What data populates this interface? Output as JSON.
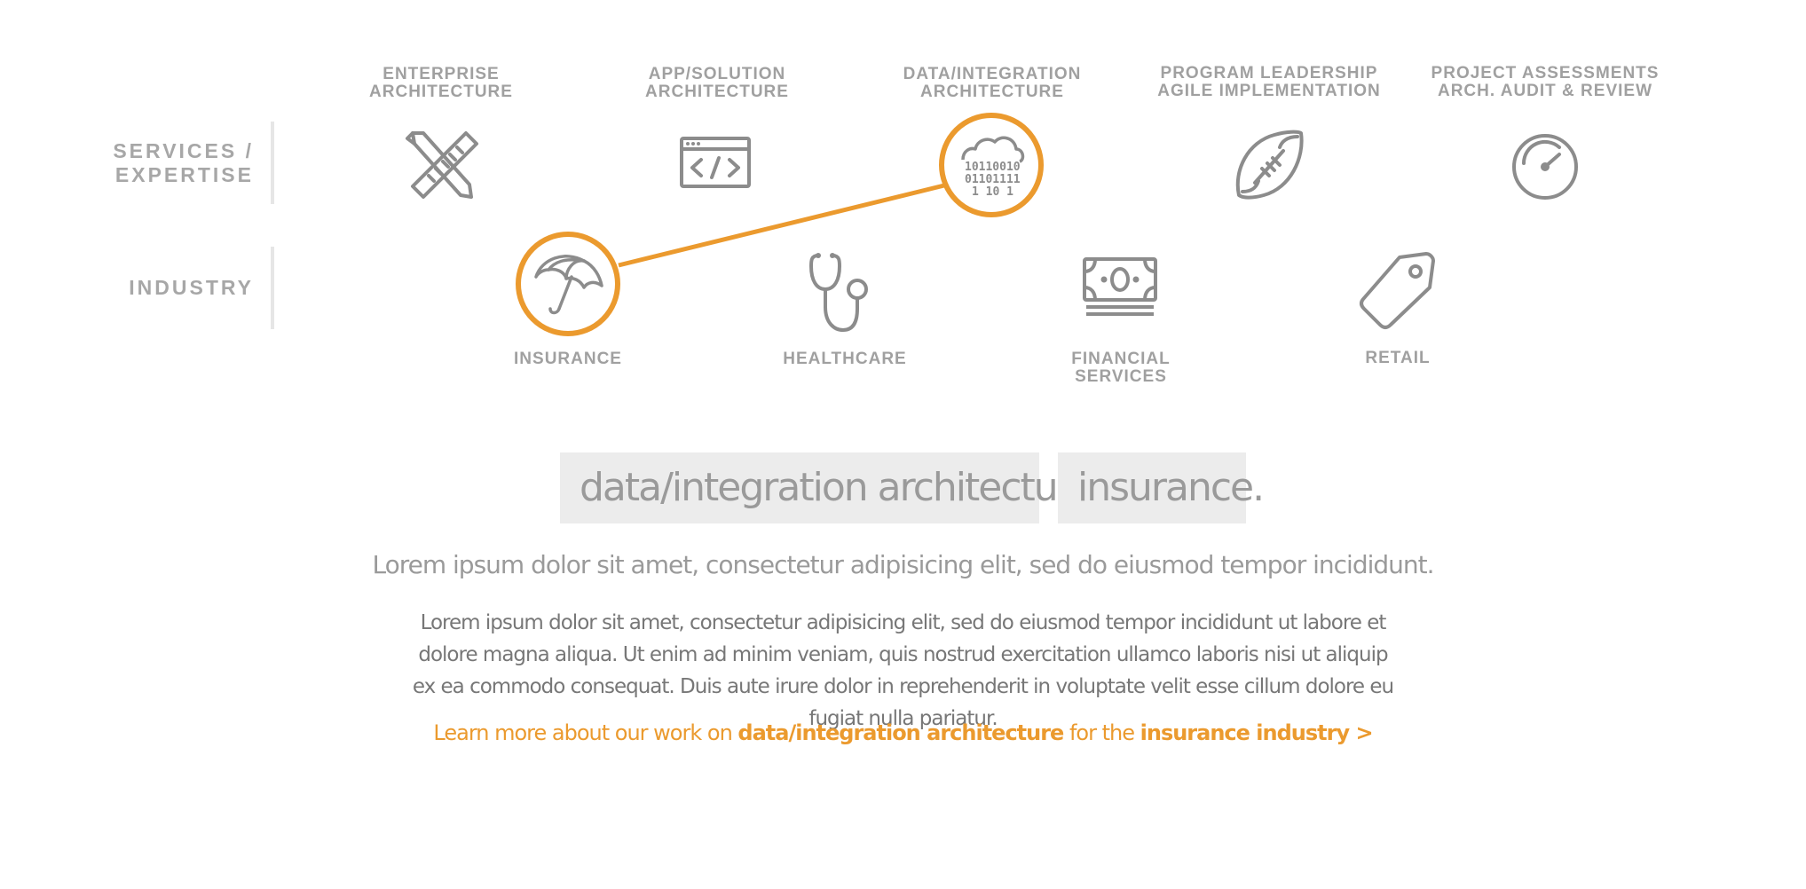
{
  "rows": {
    "services_label_1": "SERVICES /",
    "services_label_2": "EXPERTISE",
    "industry_label": "INDUSTRY"
  },
  "services": [
    {
      "line1": "ENTERPRISE",
      "line2": "ARCHITECTURE",
      "icon": "pencil-ruler-icon",
      "selected": false
    },
    {
      "line1": "APP/SOLUTION",
      "line2": "ARCHITECTURE",
      "icon": "code-window-icon",
      "selected": false
    },
    {
      "line1": "DATA/INTEGRATION",
      "line2": "ARCHITECTURE",
      "icon": "cloud-data-icon",
      "selected": true
    },
    {
      "line1": "PROGRAM LEADERSHIP",
      "line2": "AGILE IMPLEMENTATION",
      "icon": "football-icon",
      "selected": false
    },
    {
      "line1": "PROJECT ASSESSMENTS",
      "line2": "ARCH. AUDIT & REVIEW",
      "icon": "gauge-icon",
      "selected": false
    }
  ],
  "industries": [
    {
      "line1": "INSURANCE",
      "line2": "",
      "icon": "umbrella-icon",
      "selected": true
    },
    {
      "line1": "HEALTHCARE",
      "line2": "",
      "icon": "stethoscope-icon",
      "selected": false
    },
    {
      "line1": "FINANCIAL",
      "line2": "SERVICES",
      "icon": "banknote-icon",
      "selected": false
    },
    {
      "line1": "RETAIL",
      "line2": "",
      "icon": "price-tag-icon",
      "selected": false
    }
  ],
  "selection": {
    "service_tag": "data/integration architecture.",
    "industry_tag": "insurance."
  },
  "content": {
    "lead": "Lorem ipsum dolor sit amet, consectetur adipisicing elit, sed do eiusmod tempor incididunt.",
    "body": "Lorem ipsum dolor sit amet, consectetur adipisicing elit, sed do eiusmod tempor incididunt ut labore et dolore magna aliqua. Ut enim ad minim veniam, quis nostrud exercitation ullamco laboris nisi ut aliquip ex ea commodo consequat. Duis aute irure dolor in reprehenderit in voluptate velit esse cillum dolore eu fugiat nulla pariatur.",
    "learn_prefix": "Learn more about our work on ",
    "learn_service": "data/integration architecture",
    "learn_mid": " for the ",
    "learn_industry": "insurance industry >"
  },
  "colors": {
    "accent": "#eb9a2e",
    "icon": "#8c8c8c",
    "label": "#a0a0a0",
    "tag_bg": "#ececec"
  }
}
